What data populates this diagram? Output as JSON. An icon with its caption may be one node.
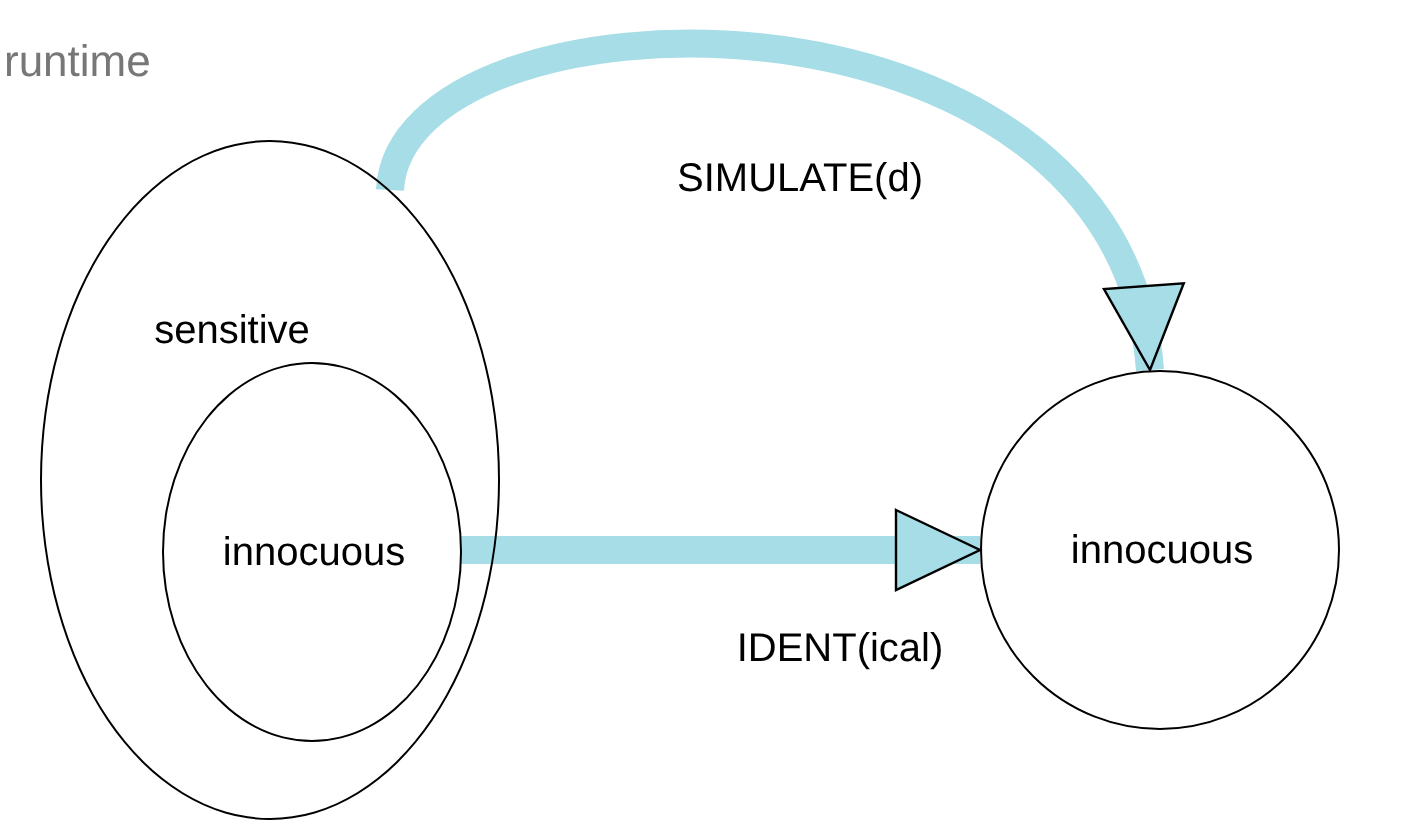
{
  "diagram": {
    "nodes": [
      {
        "text": [
          "sensitive"
        ]
      },
      {
        "text": [
          "innocuous"
        ],
        "in": 0
      },
      {
        "text": [
          "innocuous"
        ]
      }
    ],
    "edges": [
      {
        "from": 0,
        "to": 2,
        "arrow": "to",
        "label": "SIMULATE(d)"
      },
      {
        "from": 1,
        "to": 2,
        "arrow": "to",
        "label": "IDENT(ical)"
      }
    ],
    "labels": [
      "runtime"
    ]
  }
}
